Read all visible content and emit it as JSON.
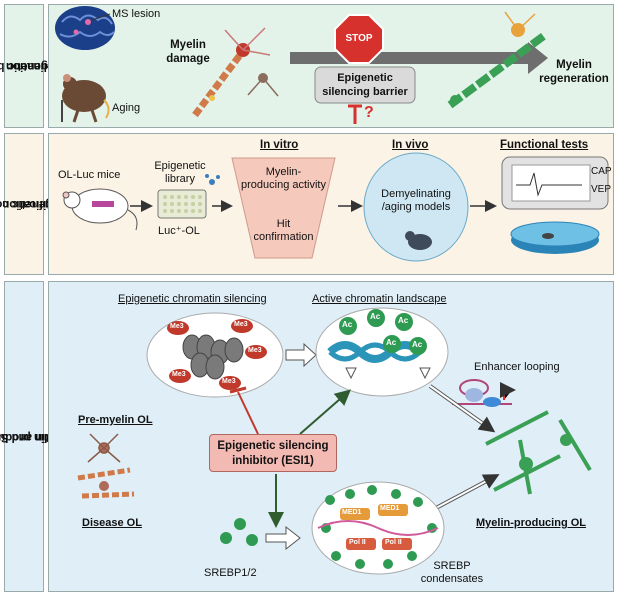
{
  "panel1": {
    "side_label_line1": "Epigenetic barrier to",
    "side_label_line2": "myelination",
    "ms_lesion": "MS lesion",
    "aging": "Aging",
    "myelin_damage_line1": "Myelin",
    "myelin_damage_line2": "damage",
    "stop_sign": "STOP",
    "barrier_line1": "Epigenetic",
    "barrier_line2": "silencing barrier",
    "question": "?",
    "regeneration_line1": "Myelin",
    "regeneration_line2": "regeneration"
  },
  "panel2": {
    "side_label_line1": "Epigenetic compound",
    "side_label_line2": "identification",
    "mice": "OL-Luc mice",
    "library_line1": "Epigenetic",
    "library_line2": "library",
    "luc_ol": "Luc⁺-OL",
    "in_vitro": "In vitro",
    "funnel_line1": "Myelin-",
    "funnel_line2": "producing activity",
    "funnel_line3": "Hit",
    "funnel_line4": "confirmation",
    "in_vivo": "In vivo",
    "vivo_line1": "Demyelinating",
    "vivo_line2": "/aging models",
    "functional_tests": "Functional tests",
    "cap": "CAP",
    "vep": "VEP"
  },
  "panel3": {
    "side_label_line1": "Active chromatin and SREBP condensation",
    "side_label_line2": "boost myelin production",
    "silencing_title": "Epigenetic chromatin silencing",
    "active_title": "Active chromatin landscape",
    "me3": "Me3",
    "ac": "Ac",
    "enhancer_looping": "Enhancer looping",
    "pre_myelin": "Pre-myelin OL",
    "disease_ol": "Disease OL",
    "esi_line1": "Epigenetic silencing",
    "esi_line2": "inhibitor (ESI1)",
    "srebp": "SREBP1/2",
    "med1": "MED1",
    "pol2": "Pol II",
    "condensates_line1": "SREBP",
    "condensates_line2": "condensates",
    "myelin_producing": "Myelin-producing OL"
  },
  "colors": {
    "panel1_bg": "#e3f3ea",
    "panel2_bg": "#fbf3e6",
    "panel3_bg": "#dfeef7",
    "stop_red": "#d6312c",
    "esi_box": "#f3b9b3",
    "funnel": "#f6c9bd",
    "myelin_green": "#2e9a52",
    "chromatin_blue": "#2a95b8"
  }
}
